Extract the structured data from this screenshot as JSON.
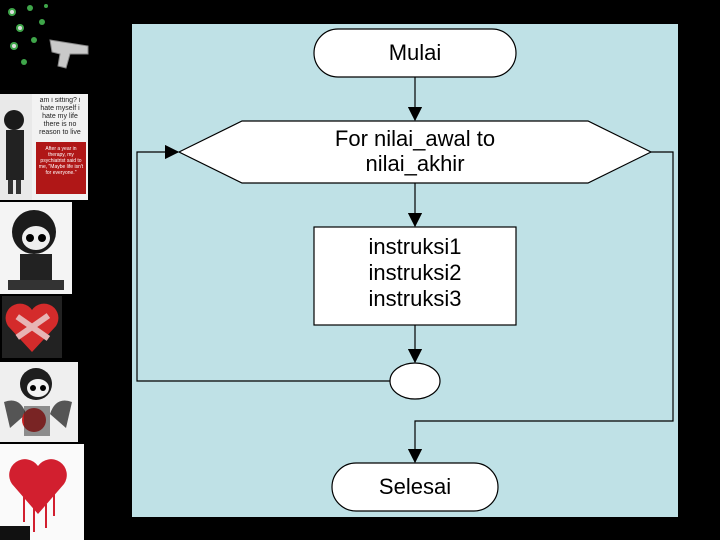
{
  "flowchart": {
    "start_label": "Mulai",
    "loop_label_line1": "For nilai_awal to",
    "loop_label_line2": "nilai_akhir",
    "instructions": [
      "instruksi1",
      "instruksi2",
      "instruksi3"
    ],
    "end_label": "Selesai"
  },
  "sidebar": {
    "meme_text": "am i sitting? i hate myself i hate my life there is no reason to live",
    "meme_caption": "After a year in therapy, my psychiatrist said to me, \"Maybe life isn't for everyone.\""
  },
  "colors": {
    "slide_background": "#000000",
    "diagram_background": "#bfe1e6",
    "shape_fill": "#ffffff",
    "line": "#000000"
  }
}
